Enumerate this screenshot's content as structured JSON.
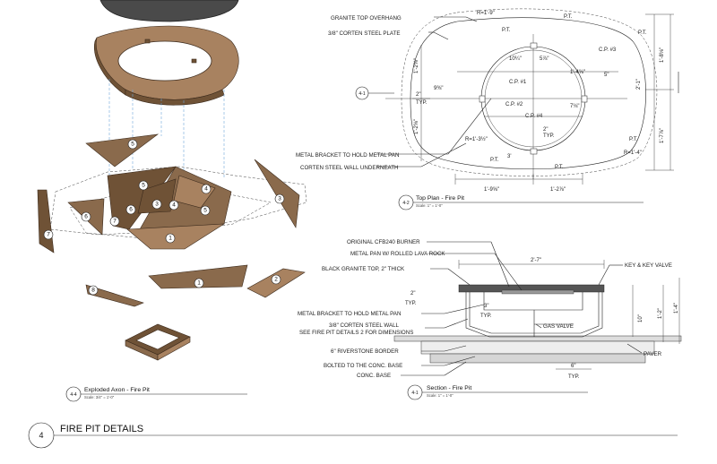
{
  "sheet": {
    "number": "4",
    "title": "FIRE PIT DETAILS"
  },
  "axon": {
    "caption_tag": "4-4",
    "caption": "Exploded Axon - Fire Pit",
    "scale": "Scale: 3/4\" = 1'-0\"",
    "piece_numbers": [
      "5",
      "5",
      "4",
      "3",
      "6",
      "4",
      "5",
      "3",
      "6",
      "7",
      "7",
      "1",
      "1",
      "2",
      "8"
    ]
  },
  "plan": {
    "caption_tag": "4-2",
    "caption": "Top Plan - Fire Pit",
    "scale": "Scale: 1\" = 1'-0\"",
    "section_tag": "4-1",
    "labels": {
      "overhang": "GRANITE TOP OVERHANG",
      "plate": "3/8\" CORTEN STEEL PLATE",
      "bracket": "METAL BRACKET TO HOLD METAL PAN",
      "wall": "CORTEN STEEL WALL UNDERNEATH"
    },
    "dims": {
      "r_top": "R=1'-9\"",
      "pt1": "P.T.",
      "pt2": "P.T.",
      "pt3": "P.T.",
      "pt4": "P.T.",
      "pt5": "P.T.",
      "pt6": "P.T.",
      "cp1": "C.P. #1",
      "cp2": "C.P. #2",
      "cp3": "C.P. #3",
      "cp4": "C.P. #4",
      "d1": "10¼\"",
      "d2": "5⅞\"",
      "d3": "9⅜\"",
      "d4": "1'-4⅝\"",
      "d5": "7⅛\"",
      "d6": "5\"",
      "d7": "2\"",
      "typ1": "TYP.",
      "d8": "2\"",
      "typ2": "TYP.",
      "d9": "3'",
      "r_mid": "R=1'-3½\"",
      "r_right": "R=1'-4\"",
      "d10": "1'-2⅝\"",
      "d11": "1'-2⅝\"",
      "d12": "1'-8⅛\"",
      "d13": "2'-1\"",
      "d14": "1'-7⅞\"",
      "d15": "1'-9⅝\"",
      "d16": "1'-2⅞\""
    }
  },
  "section": {
    "caption_tag": "4-1",
    "caption": "Section - Fire Pit",
    "scale": "Scale: 1\" = 1'-0\"",
    "labels": {
      "burner": "ORIGINAL CFB240 BURNER",
      "pan": "METAL PAN W/ ROLLED LAVA ROCK",
      "granite": "BLACK GRANITE TOP, 2\" THICK",
      "bracket": "METAL BRACKET TO HOLD METAL PAN",
      "wall1": "3/8\" CORTEN STEEL WALL",
      "wall2": "SEE FIRE PIT DETAILS 2 FOR DIMENSIONS",
      "border": "6\" RIVERSTONE BORDER",
      "bolted": "BOLTED TO THE CONC. BASE",
      "base": "CONC. BASE",
      "key": "KEY & KEY VALVE",
      "gas": "GAS VALVE",
      "paver": "PAVER"
    },
    "dims": {
      "w": "2'-7\"",
      "d2": "2\"",
      "typ1": "TYP.",
      "d3": "3\"",
      "typ2": "TYP.",
      "h10": "10\"",
      "h12": "1'-2\"",
      "h14": "1'-4\"",
      "d6": "6\"",
      "typ3": "TYP."
    }
  }
}
